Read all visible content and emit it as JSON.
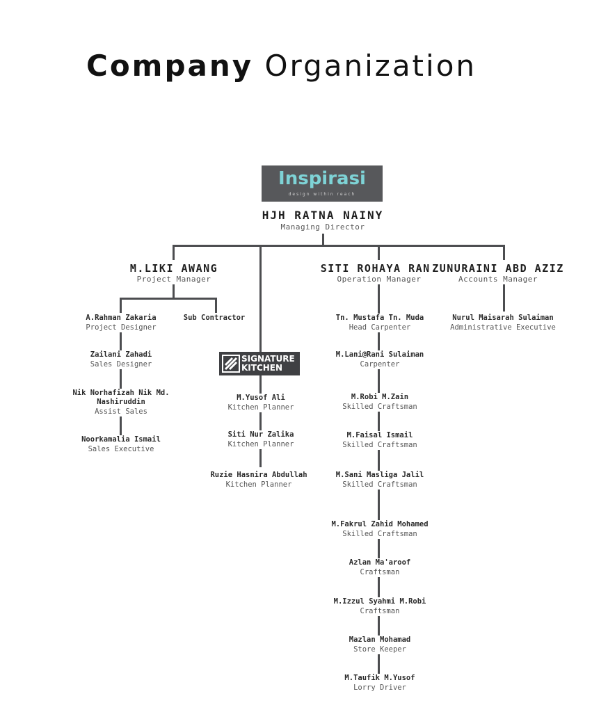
{
  "title": {
    "bold": "Company",
    "light": "Organization"
  },
  "logo": {
    "brand": "Inspirasi",
    "tagline": "design within reach"
  },
  "signature": {
    "line1": "SIGNATURE",
    "line2": "KITCHEN"
  },
  "director": {
    "name": "HJH RATNA NAINY",
    "role": "Managing Director"
  },
  "managers": [
    {
      "name": "M.LIKI AWANG",
      "role": "Project Manager"
    },
    {
      "name": "SITI ROHAYA RANI",
      "role": "Operation Manager"
    },
    {
      "name": "ZUNURAINI ABD AZIZ",
      "role": "Accounts Manager"
    }
  ],
  "project_team": [
    {
      "name": "A.Rahman Zakaria",
      "role": "Project Designer"
    },
    {
      "name": "Zailani Zahadi",
      "role": "Sales Designer"
    },
    {
      "name": "Nik Norhafizah Nik Md.",
      "name2": "Nashiruddin",
      "role": "Assist Sales"
    },
    {
      "name": "Noorkamalia Ismail",
      "role": "Sales Executive"
    }
  ],
  "sub_contractor": {
    "name": "Sub Contractor"
  },
  "kitchen_team": [
    {
      "name": "M.Yusof Ali",
      "role": "Kitchen Planner"
    },
    {
      "name": "Siti Nur Zalika",
      "role": "Kitchen Planner"
    },
    {
      "name": "Ruzie Hasnira Abdullah",
      "role": "Kitchen Planner"
    }
  ],
  "operation_team": [
    {
      "name": "Tn. Mustafa Tn. Muda",
      "role": "Head Carpenter"
    },
    {
      "name": "M.Lani@Rani Sulaiman",
      "role": "Carpenter"
    },
    {
      "name": "M.Robi M.Zain",
      "role": "Skilled Craftsman"
    },
    {
      "name": "M.Faisal Ismail",
      "role": "Skilled Craftsman"
    },
    {
      "name": "M.Sani Masliga Jalil",
      "role": "Skilled Craftsman"
    },
    {
      "name": "M.Fakrul Zahid Mohamed",
      "role": "Skilled Craftsman"
    },
    {
      "name": "Azlan Ma'aroof",
      "role": "Craftsman"
    },
    {
      "name": "M.Izzul Syahmi M.Robi",
      "role": "Craftsman"
    },
    {
      "name": "Mazlan Mohamad",
      "role": "Store Keeper"
    },
    {
      "name": "M.Taufik M.Yusof",
      "role": "Lorry Driver"
    }
  ],
  "accounts_team": [
    {
      "name": "Nurul Maisarah Sulaiman",
      "role": "Administrative Executive"
    }
  ],
  "colors": {
    "line": "#4c4d50",
    "logo_bg": "#57585b",
    "logo_text": "#7ed3d6"
  }
}
